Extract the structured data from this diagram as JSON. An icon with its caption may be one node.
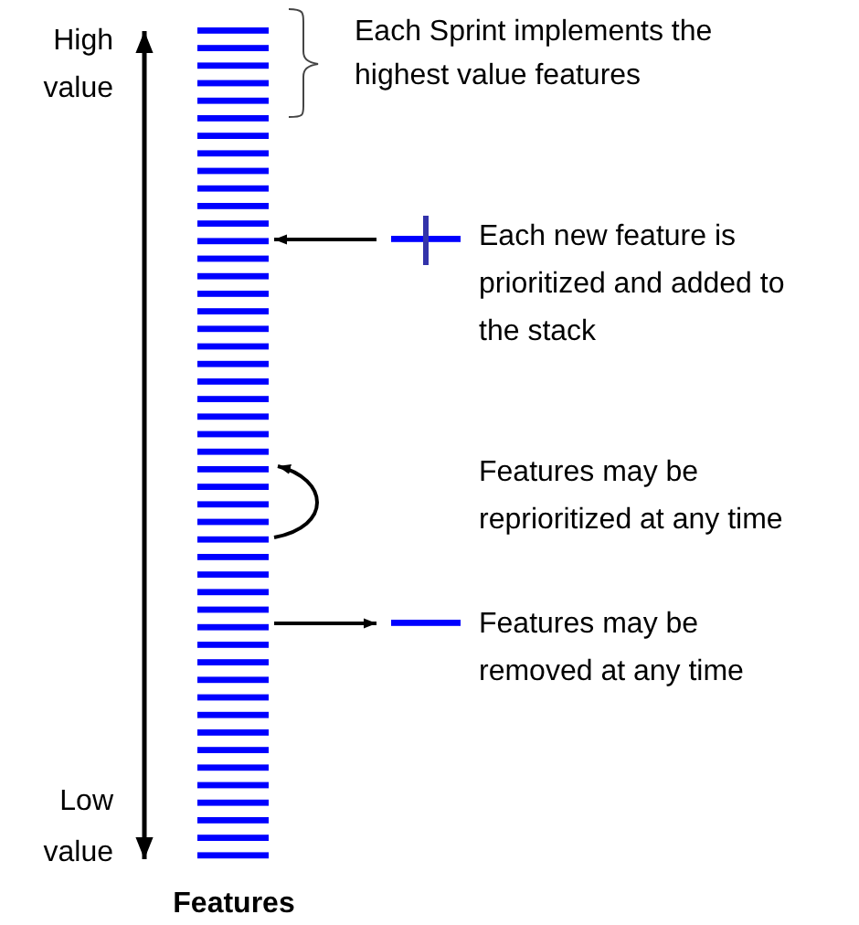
{
  "diagram": {
    "nodes": [
      {
        "text": [],
        "shape": "bar",
        "beside": [
          "Features"
        ]
      },
      {
        "text": [],
        "shape": "cross",
        "beside": [
          "Each new feature is prioritized and added to the stack"
        ]
      },
      {
        "text": [],
        "shape": "bar",
        "beside": [
          "Features may be removed at any time"
        ]
      }
    ],
    "edges": [
      {
        "from": 1,
        "to": 0,
        "arrow": "to"
      },
      {
        "from": 0,
        "to": 0,
        "arrow": "to"
      },
      {
        "from": 0,
        "to": 2,
        "arrow": "to"
      }
    ],
    "labels": [
      "High value",
      "Each Sprint implements the highest value features",
      "Features may be reprioritized at any time",
      "Low value"
    ]
  }
}
